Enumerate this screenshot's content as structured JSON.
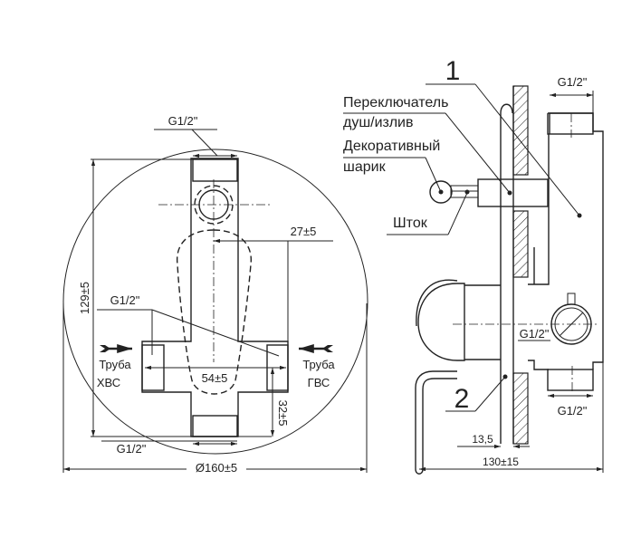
{
  "front_view": {
    "thread_top": "G1/2\"",
    "thread_side": "G1/2\"",
    "thread_bottom": "G1/2\"",
    "dim_height": "129±5",
    "dim_offset": "27±5",
    "dim_inlets": "54±5",
    "dim_bottom": "32±5",
    "dim_diameter": "Ø160±5",
    "cold_pipe_line1": "Труба",
    "cold_pipe_line2": "ХВС",
    "hot_pipe_line1": "Труба",
    "hot_pipe_line2": "ГВС"
  },
  "side_view": {
    "callout_1": "1",
    "callout_2": "2",
    "switch_label_line1": "Переключатель",
    "switch_label_line2": "душ/излив",
    "ball_label_line1": "Декоративный",
    "ball_label_line2": "шарик",
    "stem_label": "Шток",
    "thread_top": "G1/2\"",
    "thread_middle": "G1/2\"",
    "thread_bottom": "G1/2\"",
    "dim_wall": "13,5",
    "dim_depth": "130±15"
  }
}
